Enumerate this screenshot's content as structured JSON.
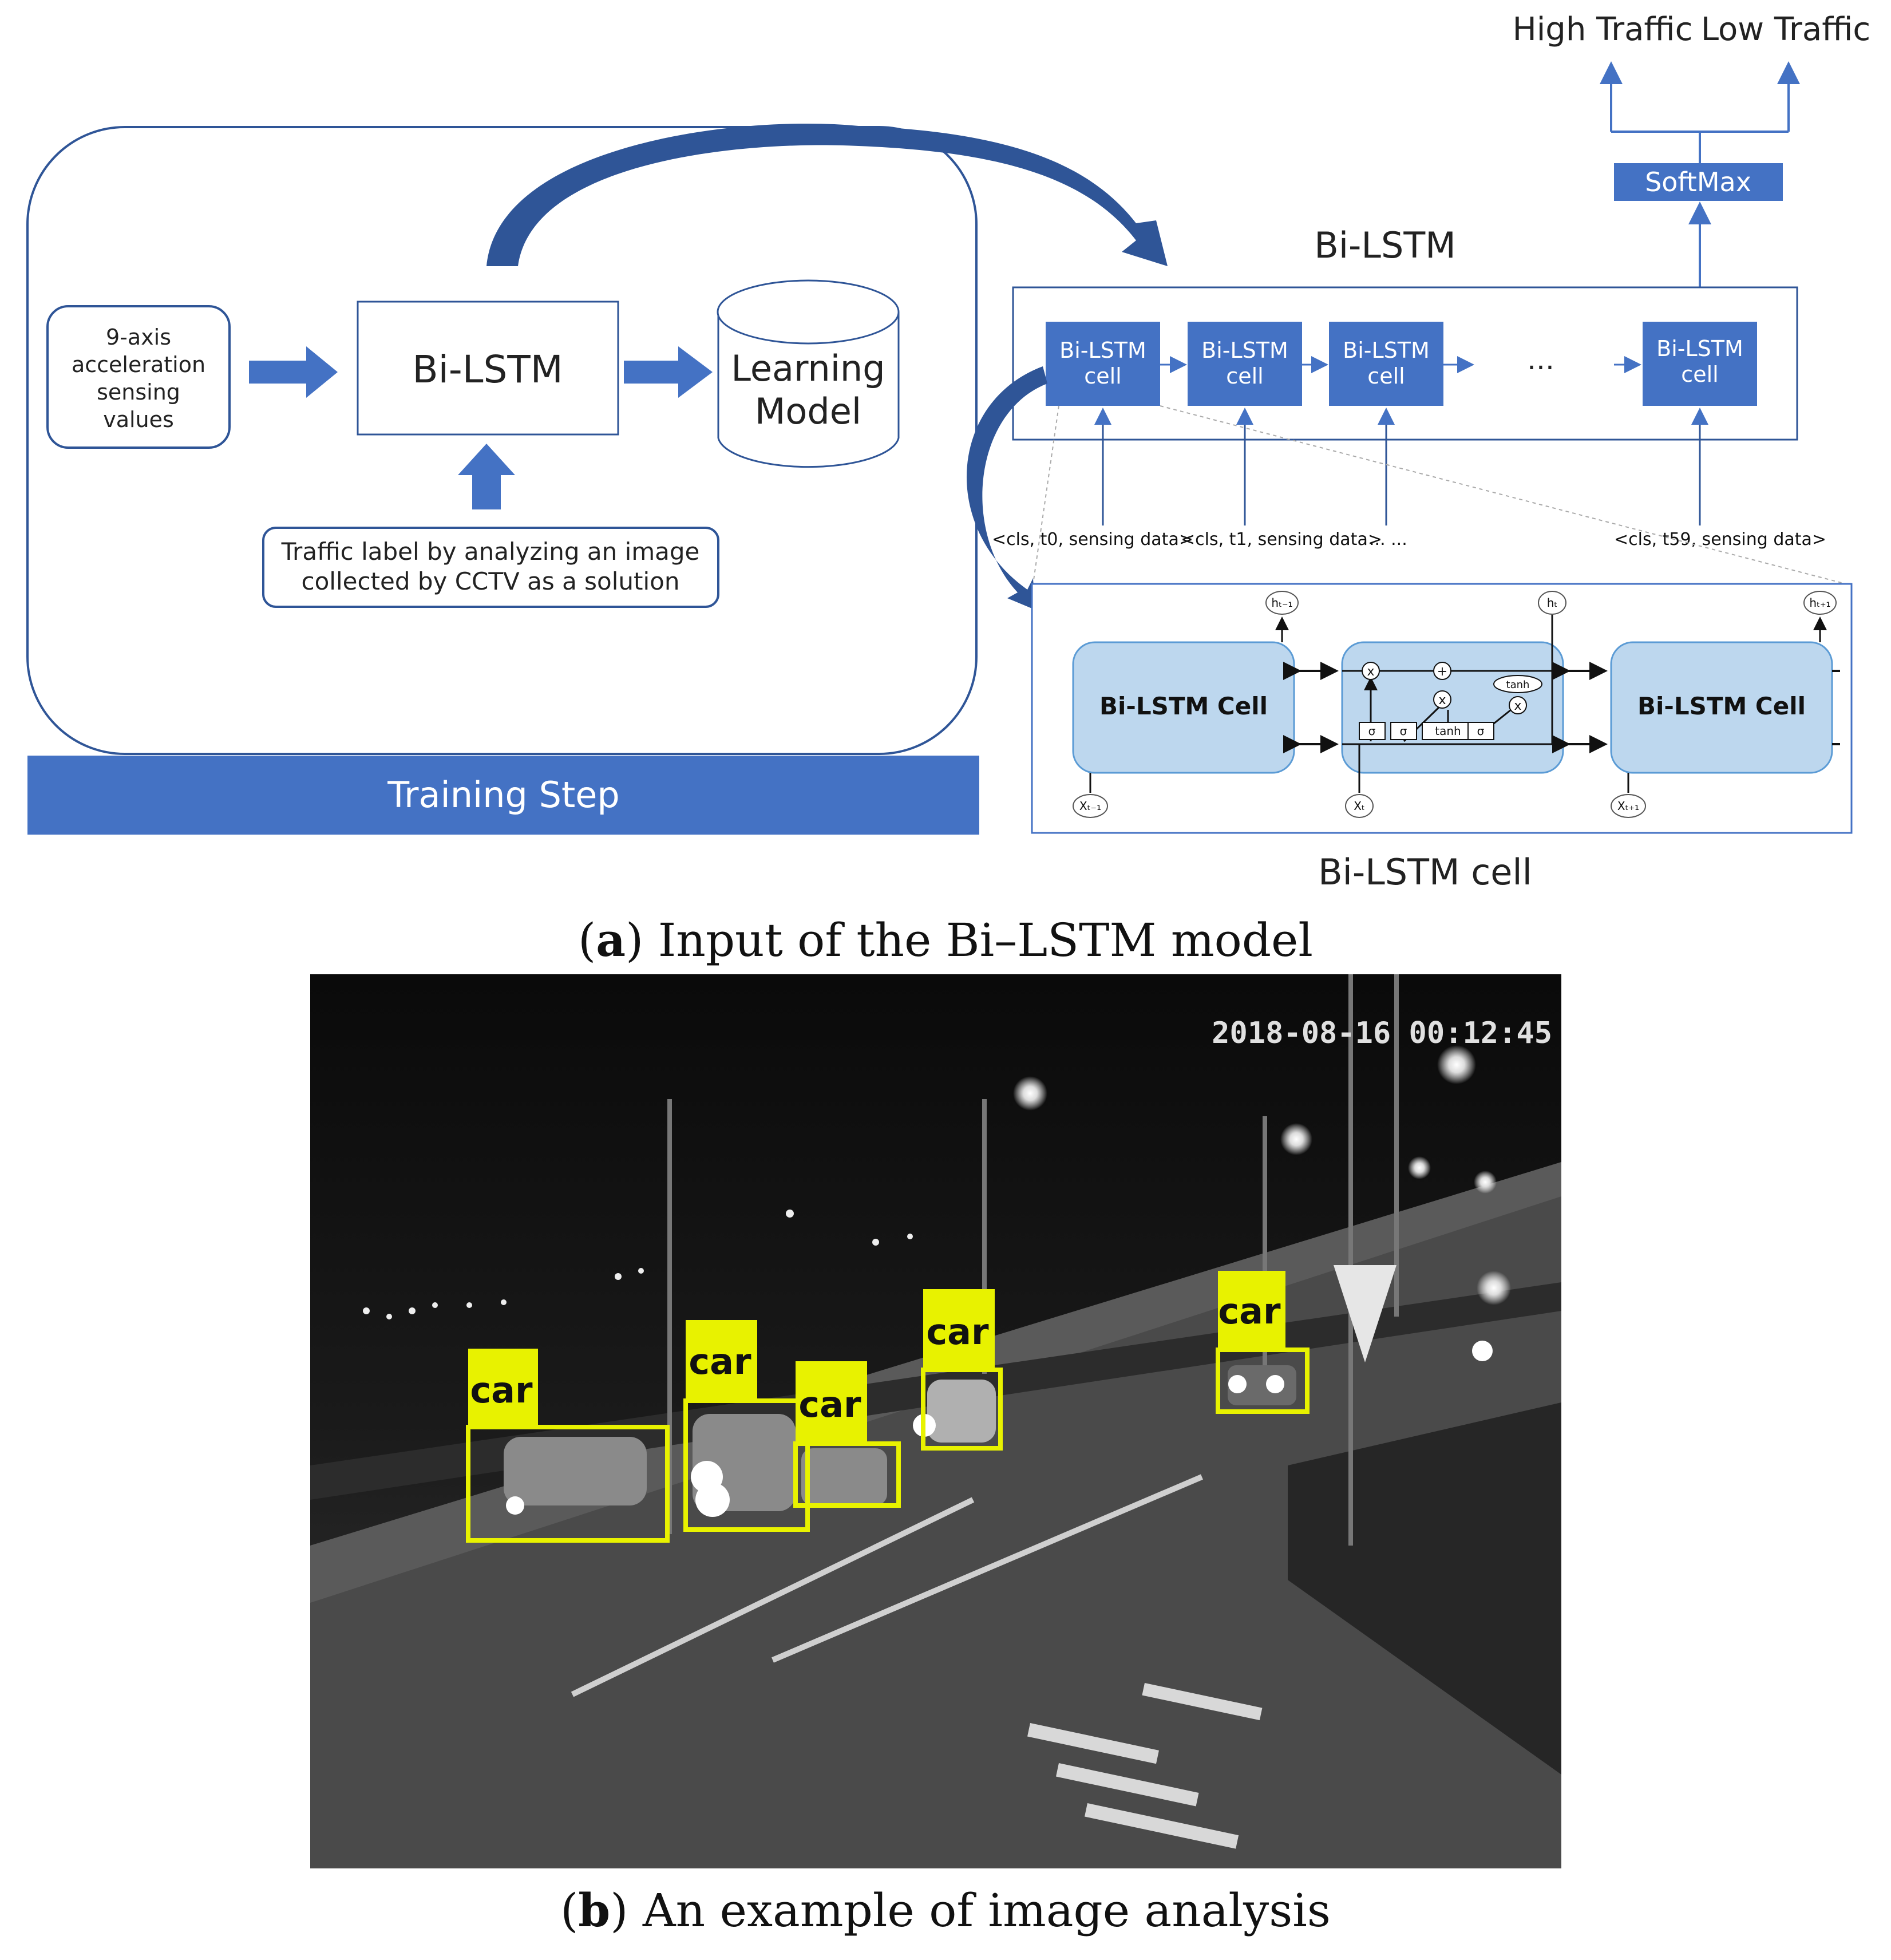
{
  "panel_a": {
    "output_labels": [
      "High Traffic",
      "Low Traffic"
    ],
    "softmax": "SoftMax",
    "bilstm_title": "Bi-LSTM",
    "training": {
      "input_lines": [
        "9-axis",
        "acceleration",
        "sensing",
        "values"
      ],
      "model": "Bi-LSTM",
      "store_lines": [
        "Learning",
        "Model"
      ],
      "label_lines": [
        "Traffic label by analyzing an image",
        "collected by CCTV as a solution"
      ],
      "footer": "Training Step"
    },
    "cell_lines": [
      "Bi-LSTM",
      "cell"
    ],
    "ellipsis": "...",
    "inputs": [
      "<cls, t0, sensing data>",
      "<cls, t1, sensing data>",
      "... ...",
      "<cls, t59, sensing data>"
    ],
    "detail": {
      "cell_label": "Bi-LSTM Cell",
      "gates": [
        "σ",
        "σ",
        "tanh",
        "σ"
      ],
      "ops": [
        "x",
        "+",
        "x",
        "x"
      ],
      "tanh": "tanh",
      "h_labels": [
        "hₜ₋₁",
        "hₜ",
        "hₜ₊₁"
      ],
      "x_labels": [
        "Xₜ₋₁",
        "Xₜ",
        "Xₜ₊₁"
      ]
    },
    "detail_title": "Bi-LSTM cell",
    "caption_letter": "a",
    "caption_text": ") Input of the Bi–LSTM model"
  },
  "panel_b": {
    "timestamp": "2018-08-16 00:12:45",
    "detection_labels": [
      "car",
      "car",
      "car",
      "car",
      "car"
    ],
    "caption_letter": "b",
    "caption_text": ") An example of image analysis"
  },
  "colors": {
    "accent": "#4472c4",
    "accent_dark": "#2f5597",
    "detection": "#e8f200",
    "cell_fill": "#bdd7ee"
  }
}
